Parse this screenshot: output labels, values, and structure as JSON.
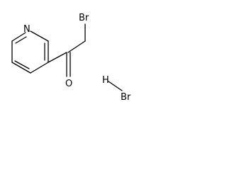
{
  "molecule": {
    "atoms": {
      "br_top": "Br",
      "n_ring": "N",
      "o_carbonyl": "O",
      "h_hbr": "H",
      "br_hbr": "Br"
    }
  }
}
